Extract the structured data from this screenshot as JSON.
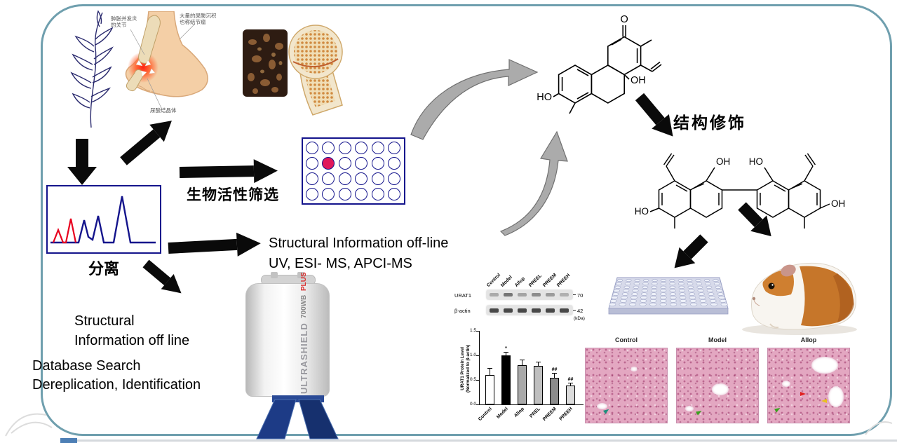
{
  "workflow": {
    "separation_label": "分离",
    "bioassay_label": "生物活性筛选",
    "modification_label": "结构修饰",
    "offline_info_line1": "Structural Information off-line",
    "offline_info_line2": "UV, ESI- MS, APCI-MS",
    "offline_info2_line1": "Structural",
    "offline_info2_line2": "Information off line",
    "database_line1": "Database Search",
    "database_line2": "Dereplication, Identification"
  },
  "gout_illustration": {
    "swollen_joint_label_line1": "肿胀并发炎",
    "swollen_joint_label_line2": "的关节",
    "urate_deposit_label_line1": "大量的尿酸沉积",
    "urate_deposit_label_line2": "也称结节瘤",
    "urate_crystal_label": "尿酸结晶体"
  },
  "nmr_instrument": {
    "brand": "ULTRASHIELD",
    "model": "700WB",
    "model_suffix": "PLUS"
  },
  "molecule_top": {
    "ketone": "O",
    "hydroxyl_mid": "OH",
    "hydroxyl_left": "HO"
  },
  "molecule_dimer": {
    "hydroxyl_top_left": "OH",
    "hydroxyl_top_right": "HO",
    "hydroxyl_left": "HO",
    "hydroxyl_right": "OH"
  },
  "western_blot": {
    "lanes": [
      "Control",
      "Model",
      "Allop",
      "PREEL",
      "PREEM",
      "PREEH"
    ],
    "rows": [
      {
        "label": "URAT1",
        "mw": "70"
      },
      {
        "label": "β-actin",
        "mw": "42"
      }
    ],
    "mw_unit": "(kDa)"
  },
  "chart_data": {
    "type": "bar",
    "ylabel_line1": "URAT1 Protein Level",
    "ylabel_line2": "(Normalized to β-actin)",
    "categories": [
      "Control",
      "Model",
      "Allop",
      "PREL",
      "PREEM",
      "PREEH"
    ],
    "values": [
      0.6,
      1.0,
      0.8,
      0.78,
      0.55,
      0.38
    ],
    "errors": [
      0.13,
      0.06,
      0.1,
      0.08,
      0.08,
      0.05
    ],
    "annotations": [
      "",
      "*",
      "",
      "",
      "##",
      "##"
    ],
    "ylim": [
      0,
      1.5
    ],
    "yticks": [
      "0.0",
      "0.5",
      "1.0",
      "1.5"
    ],
    "bar_fills": [
      "#ffffff",
      "#000000",
      "#a9a9a9",
      "#bfbfbf",
      "#8c8c8c",
      "#dcdcdc"
    ]
  },
  "histology": {
    "panels": [
      "Control",
      "Model",
      "Allop"
    ]
  }
}
